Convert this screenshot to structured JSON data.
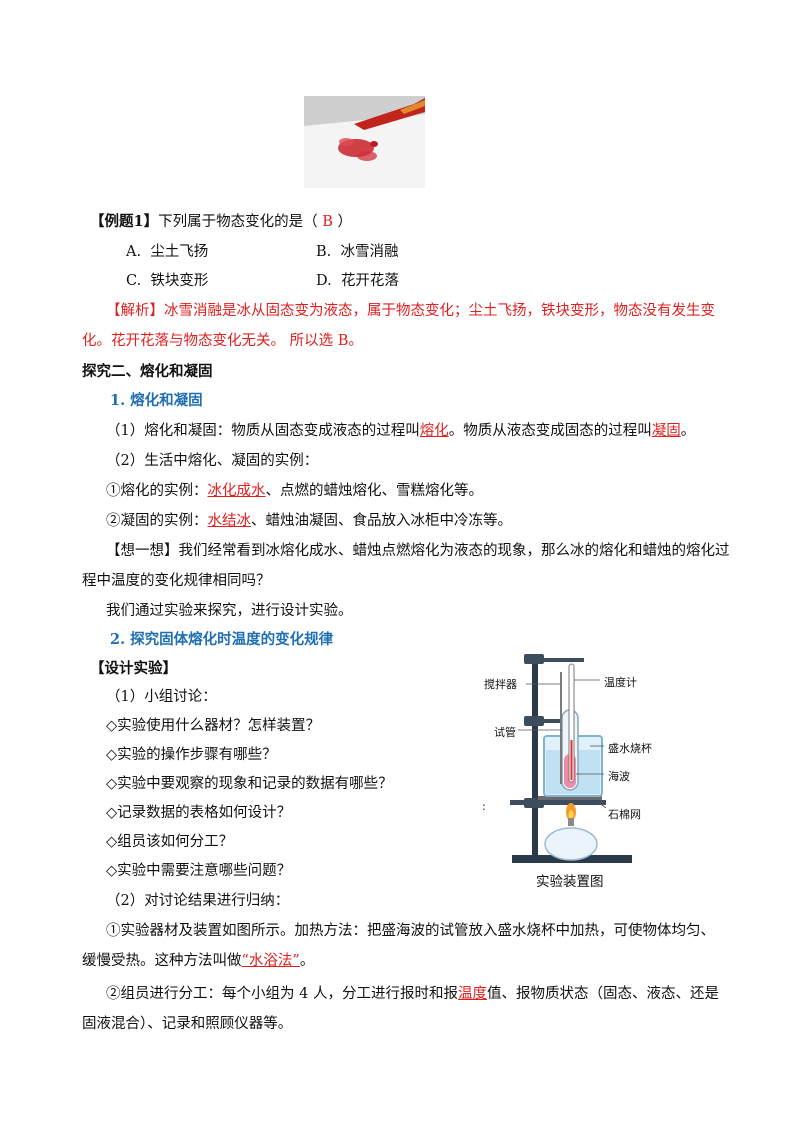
{
  "example": {
    "title": "【例题1】",
    "question": "下列属于物态变化的是（",
    "answer": "B",
    "question_end": "）",
    "options": [
      {
        "letter": "A.",
        "text": "尘土飞扬"
      },
      {
        "letter": "B.",
        "text": "冰雪消融"
      },
      {
        "letter": "C.",
        "text": "铁块变形"
      },
      {
        "letter": "D.",
        "text": "花开花落"
      }
    ],
    "analysis_line1": "【解析】冰雪消融是冰从固态变为液态，属于物态变化；尘土飞扬，铁块变形，物态没有发生变",
    "analysis_line2": "化。花开花落与物态变化无关。     所以选 B。"
  },
  "section2": {
    "heading": "探究二、熔化和凝固",
    "sub1": "1. 熔化和凝固",
    "p1_pre": "（1）熔化和凝固：物质从固态变成液态的过程叫",
    "p1_term1": "熔化",
    "p1_mid": "。物质从液态变成固态的过程叫",
    "p1_term2": "凝固",
    "p1_end": "。",
    "p2": "（2）生活中熔化、凝固的实例：",
    "ex1_pre": "①熔化的实例：",
    "ex1_term": "冰化成水",
    "ex1_post": "、点燃的蜡烛熔化、雪糕熔化等。",
    "ex2_pre": "②凝固的实例：",
    "ex2_term": "水结冰",
    "ex2_post": "、蜡烛油凝固、食品放入冰柜中冷冻等。",
    "think_line1": "【想一想】我们经常看到冰熔化成水、蜡烛点燃熔化为液态的现象，那么冰的熔化和蜡烛的熔化过",
    "think_line2": "程中温度的变化规律相同吗？",
    "explore": "我们通过实验来探究，进行设计实验。",
    "sub2": "2. 探究固体熔化时温度的变化规律",
    "design_title": "【设计实验】",
    "discuss": "（1）小组讨论：",
    "questions": [
      "◇实验使用什么器材？怎样装置？",
      "◇实验的操作步骤有哪些？",
      "◇实验中要观察的现象和记录的数据有哪些？",
      "◇记录数据的表格如何设计？",
      "◇组员该如何分工？",
      "◇实验中需要注意哪些问题？"
    ],
    "summary": "（2）对讨论结果进行归纳：",
    "s1_line1": "①实验器材及装置如图所示。加热方法：把盛海波的试管放入盛水烧杯中加热，可使物体均匀、",
    "s1_line2_pre": "缓慢受热。这种方法叫做",
    "s1_term": "“水浴法”",
    "s1_line2_end": "。",
    "s2_line1_pre": "②组员进行分工：每个小组为 4 人，分工进行报时和报",
    "s2_term": "温度",
    "s2_line1_post": "值、报物质状态（固态、液态、还是",
    "s2_line2": "固液混合）、记录和照顾仪器等。"
  },
  "figure": {
    "labels": {
      "stirrer": "搅拌器",
      "thermometer": "温度计",
      "test_tube": "试管",
      "beaker": "盛水烧杯",
      "substance": "海波",
      "gauze": "石棉网"
    },
    "caption": "实验装置图",
    "side_mark": ":"
  }
}
